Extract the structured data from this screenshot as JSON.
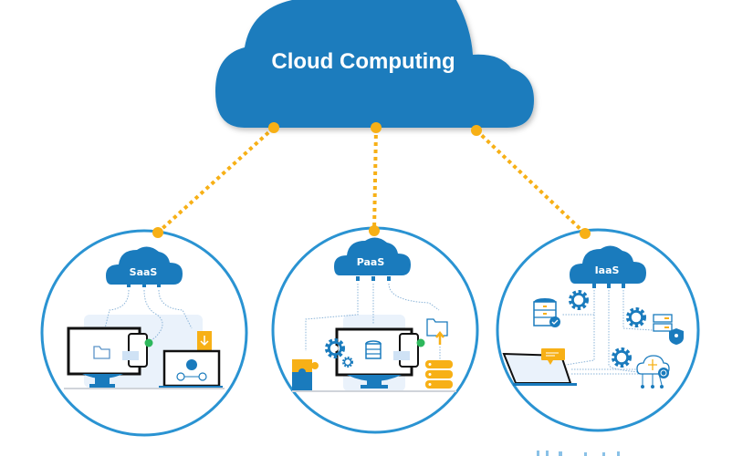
{
  "diagram": {
    "title": "Cloud Computing",
    "colors": {
      "cloud_blue": "#1a7bbd",
      "circle_stroke": "#2a93d2",
      "connector_orange": "#f7b016",
      "panel_bg": "#eaf2fb",
      "dark": "#1b1b1b"
    },
    "services": [
      {
        "id": "saas",
        "label": "SaaS",
        "icons": [
          "monitor-folder",
          "phone-check",
          "download-file",
          "laptop-user-network"
        ]
      },
      {
        "id": "paas",
        "label": "PaaS",
        "icons": [
          "puzzle-piece",
          "monitor-gears-database",
          "phone-check",
          "folder-upload",
          "server-stack"
        ]
      },
      {
        "id": "iaas",
        "label": "IaaS",
        "icons": [
          "database-check",
          "gear",
          "server-shield",
          "laptop-chat",
          "cloud-network"
        ]
      }
    ],
    "connections": [
      {
        "from": "Cloud Computing",
        "to": "SaaS"
      },
      {
        "from": "Cloud Computing",
        "to": "PaaS"
      },
      {
        "from": "Cloud Computing",
        "to": "IaaS"
      }
    ]
  }
}
